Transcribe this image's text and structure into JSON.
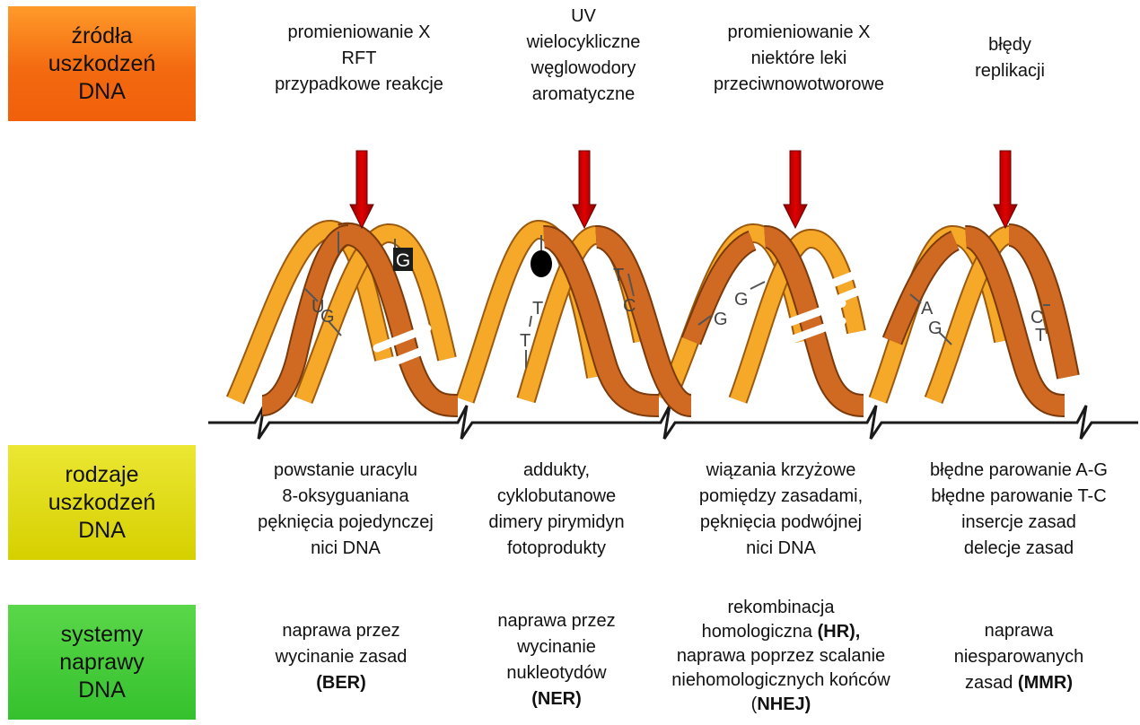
{
  "rows": {
    "sources_label": [
      "źródła",
      "uszkodzeń",
      "DNA"
    ],
    "damage_label": [
      "rodzaje",
      "uszkodzeń",
      "DNA"
    ],
    "repair_label": [
      "systemy",
      "naprawy",
      "DNA"
    ]
  },
  "colors": {
    "sources": "#f36a10",
    "damage": "#d6d000",
    "repair": "#3cc634",
    "strand_front": "#d06a22",
    "strand_back": "#f6a829",
    "arrow": "#c80000"
  },
  "sources": [
    [
      "promieniowanie X",
      "RFT",
      "przypadkowe reakcje"
    ],
    [
      "UV",
      "wielocykliczne",
      "węglowodory",
      "aromatyczne"
    ],
    [
      "promieniowanie X",
      "niektóre leki",
      "przeciwnowotworowe"
    ],
    [
      "błędy",
      "replikacji"
    ]
  ],
  "damage": [
    [
      "powstanie uracylu",
      "8-oksyguaniana",
      "pęknięcia pojedynczej",
      "nici DNA"
    ],
    [
      "addukty,",
      "cyklobutanowe",
      "dimery pirymidyn",
      "fotoprodukty"
    ],
    [
      "wiązania krzyżowe",
      "pomiędzy zasadami,",
      "pęknięcia podwójnej",
      "nici DNA"
    ],
    [
      "błędne parowanie A-G",
      "błędne parowanie T-C",
      "insercje zasad",
      "delecje zasad"
    ]
  ],
  "repair": {
    "ber": {
      "line1": "naprawa przez",
      "line2": "wycinanie zasad",
      "abbr": "(BER)"
    },
    "ner": {
      "line1": "naprawa przez",
      "line2": "wycinanie",
      "line3": "nukleotydów",
      "abbr": "(NER)"
    },
    "hr": {
      "line1": "rekombinacja",
      "line2_pre": "homologiczna ",
      "hr_abbr": "(HR),",
      "line3": "naprawa poprzez scalanie",
      "line4": "niehomologicznych końców",
      "nhej_pre": "(",
      "nhej_abbr": "NHEJ)"
    },
    "mmr": {
      "line1": "naprawa",
      "line2": "niesparowanych",
      "line3_pre": "zasad ",
      "abbr": "(MMR)"
    }
  },
  "bases": {
    "u": "U",
    "g1": "G",
    "g_marked": "G",
    "t1": "T",
    "t2": "T",
    "t3": "T",
    "c1": "C",
    "g2": "G",
    "g3": "G",
    "a": "A",
    "g4": "G",
    "c2": "C",
    "t4": "T"
  }
}
